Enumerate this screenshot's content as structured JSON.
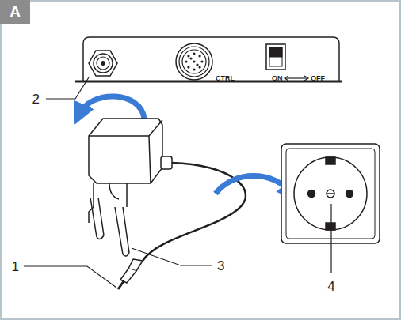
{
  "diagram": {
    "nodes": [
      {
        "text": [
          "A"
        ]
      }
    ],
    "labels": [
      "CTRL",
      "ON",
      "OFF",
      "2",
      "1",
      "3",
      "4"
    ]
  }
}
